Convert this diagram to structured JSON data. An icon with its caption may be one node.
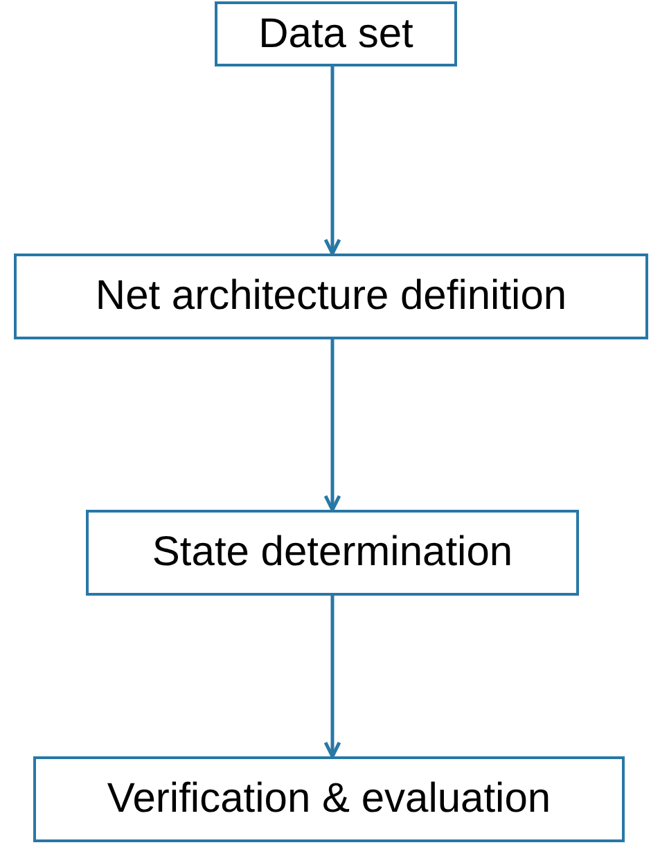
{
  "diagram": {
    "nodes": [
      {
        "text": [
          "Data set"
        ]
      },
      {
        "text": [
          "Net architecture definition"
        ]
      },
      {
        "text": [
          "State determination"
        ]
      },
      {
        "text": [
          "Verification & evaluation"
        ]
      }
    ],
    "edges": [
      {
        "from": 0,
        "to": 1,
        "arrow": "to"
      },
      {
        "from": 1,
        "to": 2,
        "arrow": "to"
      },
      {
        "from": 2,
        "to": 3,
        "arrow": "to"
      }
    ]
  }
}
